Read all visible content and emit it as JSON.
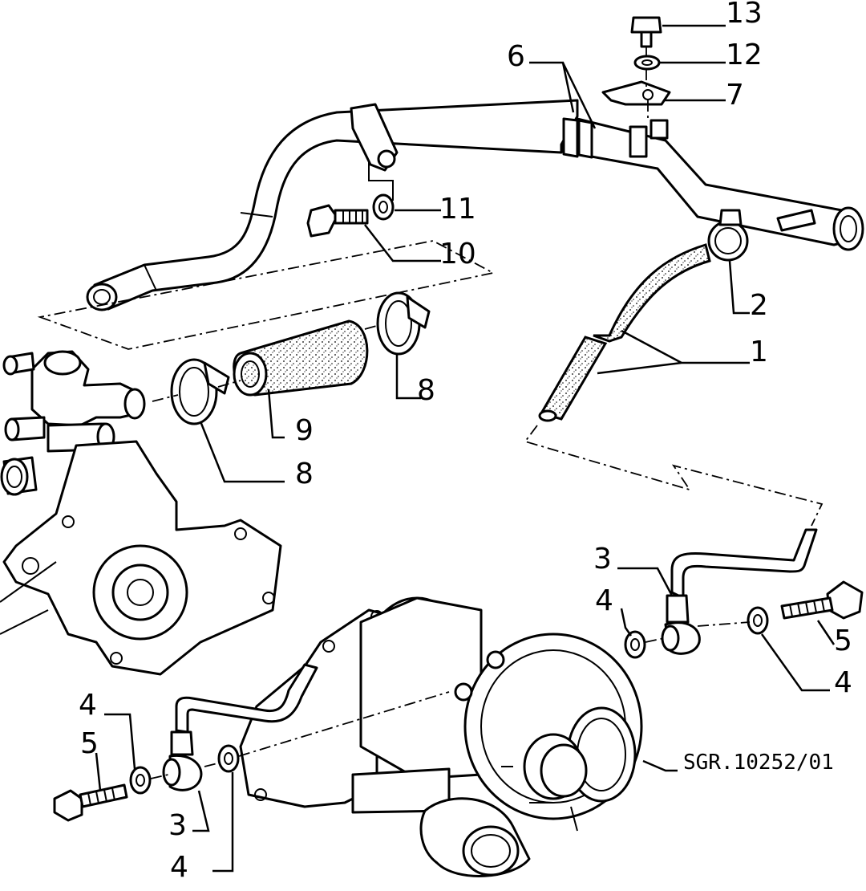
{
  "diagram": {
    "reference_code": "SGR.10252/01",
    "callouts": {
      "c13": "13",
      "c12": "12",
      "c7": "7",
      "c6": "6",
      "c11": "11",
      "c10": "10",
      "c2": "2",
      "c1": "1",
      "c8a": "8",
      "c9": "9",
      "c8b": "8",
      "c3a": "3",
      "c4a": "4",
      "c5a": "5",
      "c4b": "4",
      "c4c": "4",
      "c5b": "5",
      "c3b": "3",
      "c4d": "4"
    }
  }
}
